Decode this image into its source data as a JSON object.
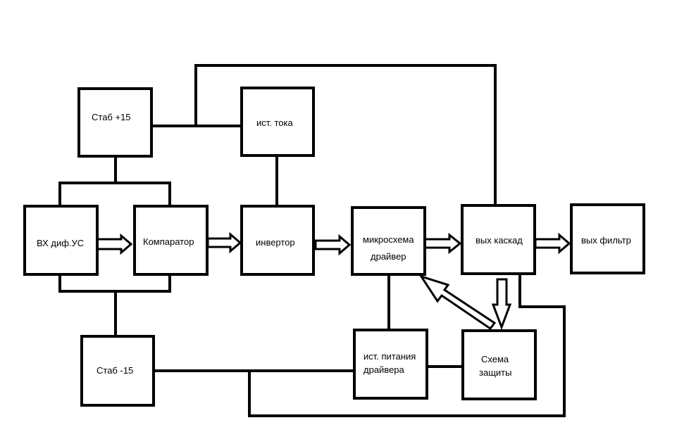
{
  "blocks": {
    "stab_plus": "Стаб +15",
    "ist_toka": "ист. тока",
    "vh_dif": "ВХ диф.УС",
    "komparator": "Компаратор",
    "invertor": "инвертор",
    "mikroskhema_line1": "микросхема",
    "mikroskhema_line2": "драйвер",
    "vyh_kaskad": "вых каскад",
    "vyh_filtr": "вых фильтр",
    "stab_minus": "Стаб -15",
    "ist_pitaniya_line1": "ист. питания",
    "ist_pitaniya_line2": "драйвера",
    "skhema_zashchity_line1": "Схема",
    "skhema_zashchity_line2": "защиты"
  },
  "colors": {
    "stroke": "#000000",
    "background": "#ffffff"
  }
}
